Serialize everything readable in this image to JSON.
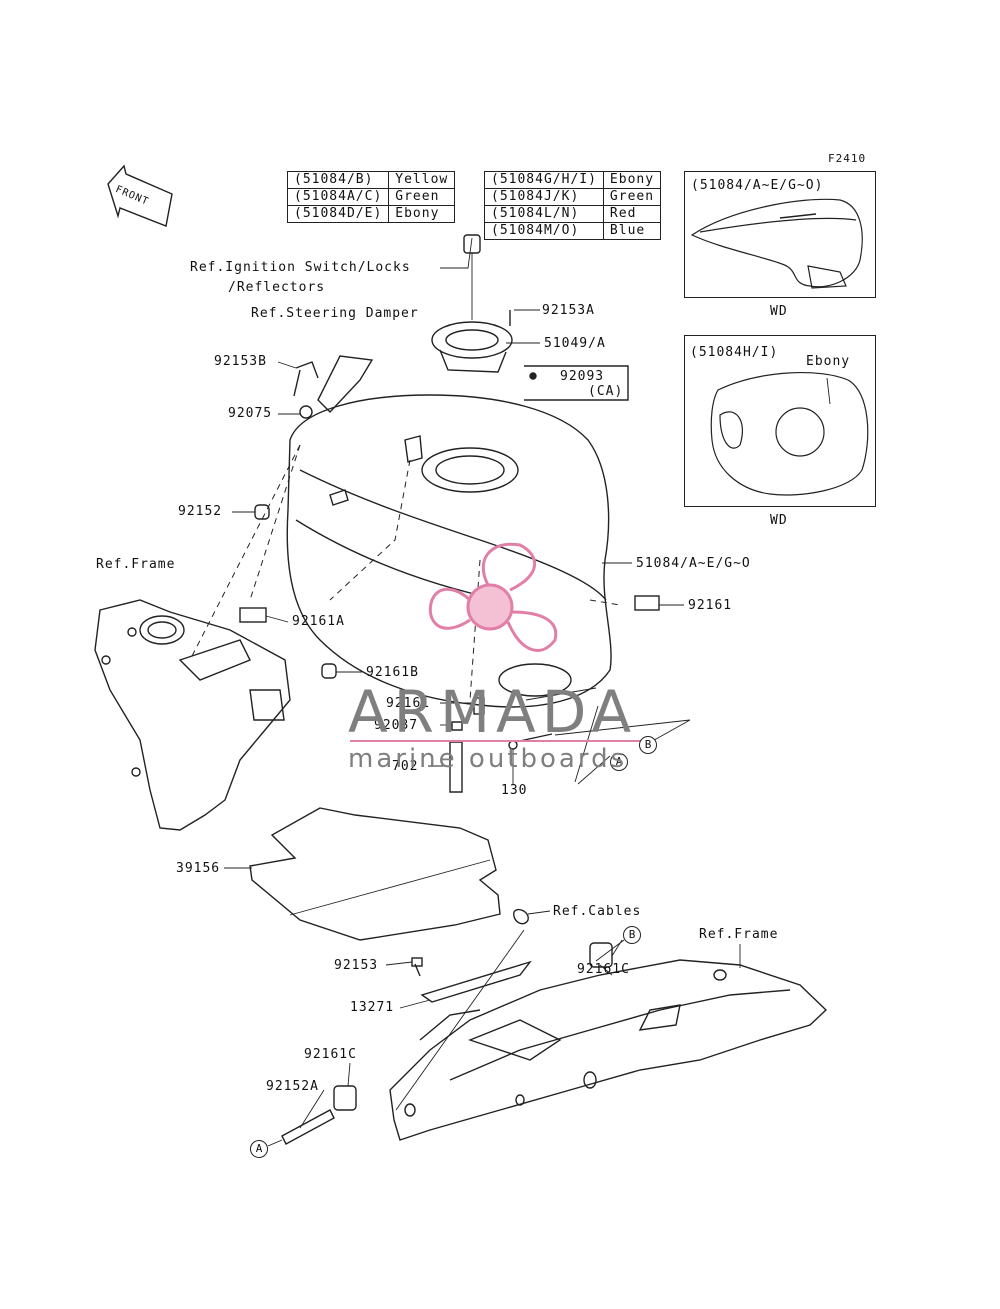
{
  "diagram_code": "F2410",
  "front_label": "FRONT",
  "color_table_left": [
    {
      "part": "(51084/B)",
      "color": "Yellow"
    },
    {
      "part": "(51084A/C)",
      "color": "Green"
    },
    {
      "part": "(51084D/E)",
      "color": "Ebony"
    }
  ],
  "color_table_right": [
    {
      "part": "(51084G/H/I)",
      "color": "Ebony"
    },
    {
      "part": "(51084J/K)",
      "color": "Green"
    },
    {
      "part": "(51084L/N)",
      "color": "Red"
    },
    {
      "part": "(51084M/O)",
      "color": "Blue"
    }
  ],
  "inset_top": {
    "header": "(51084/A~E/G~O)",
    "caption": "WD"
  },
  "inset_bottom": {
    "header": "(51084H/I)",
    "note": "Ebony",
    "caption": "WD"
  },
  "note_92093": {
    "part": "92093",
    "region": "(CA)"
  },
  "labels": {
    "ref_ignition_1": "Ref.Ignition Switch/Locks",
    "ref_ignition_2": "/Reflectors",
    "ref_steering": "Ref.Steering Damper",
    "p92153A": "92153A",
    "p51049A": "51049/A",
    "p92153B": "92153B",
    "p92075": "92075",
    "p92152": "92152",
    "ref_frame_1": "Ref.Frame",
    "p51084": "51084/A~E/G~O",
    "p92161": "92161",
    "p92161A": "92161A",
    "p92161B": "92161B",
    "p92161_mid": "92161",
    "p92037": "92037",
    "p702": "702",
    "p130": "130",
    "p39156": "39156",
    "ref_cables": "Ref.Cables",
    "ref_frame_2": "Ref.Frame",
    "p92153": "92153",
    "p13271": "13271",
    "p92161C_1": "92161C",
    "p92161C_2": "92161C",
    "p92152A": "92152A"
  },
  "callouts": {
    "a": "A",
    "b": "B"
  },
  "watermark": {
    "title": "ARMADA",
    "subtitle": "marine outboards",
    "color": "#e27fa6"
  }
}
